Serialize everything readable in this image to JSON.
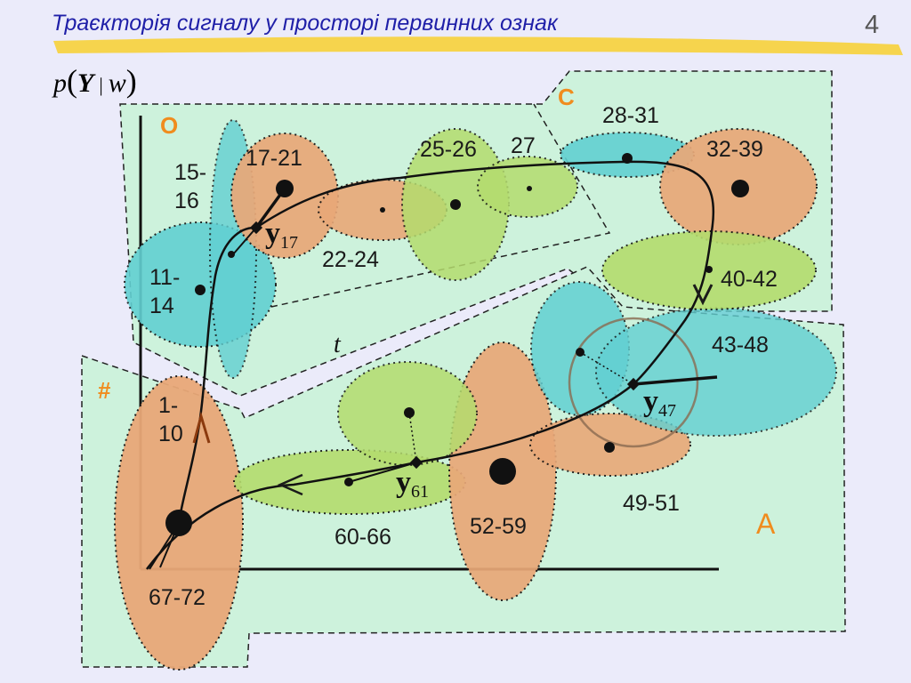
{
  "slide": {
    "title": "Траєкторія сигналу у просторі первинних ознак",
    "page_number": "4"
  },
  "formula": {
    "p": "p",
    "Y": "Y",
    "sep": "|",
    "w": "w"
  },
  "colors": {
    "background": "#ebebfa",
    "title": "#1f1fa8",
    "orange_ellipse": "#e9a878",
    "teal_ellipse": "#62d0d2",
    "green_ellipse": "#b4dc6e",
    "class_region": "#cdf2dc",
    "class_label": "#f08c1e",
    "highlight_stroke": "#f7d23a"
  },
  "classes": {
    "o": "О",
    "c": "С",
    "hash": "#",
    "a": "А"
  },
  "clusters": {
    "c1_10": "1-\n10",
    "c11_14": "11-\n14",
    "c15_16": "15-\n16",
    "c17_21": "17-21",
    "c22_24": "22-24",
    "c25_26": "25-26",
    "c27": "27",
    "c28_31": "28-31",
    "c32_39": "32-39",
    "c40_42": "40-42",
    "c43_48": "43-48",
    "c49_51": "49-51",
    "c52_59": "52-59",
    "c60_66": "60-66",
    "c67_72": "67-72"
  },
  "vectors": {
    "y17": {
      "letter": "y",
      "index": "17"
    },
    "y47": {
      "letter": "y",
      "index": "47"
    },
    "y61": {
      "letter": "y",
      "index": "61"
    }
  },
  "axis": {
    "t": "t"
  }
}
